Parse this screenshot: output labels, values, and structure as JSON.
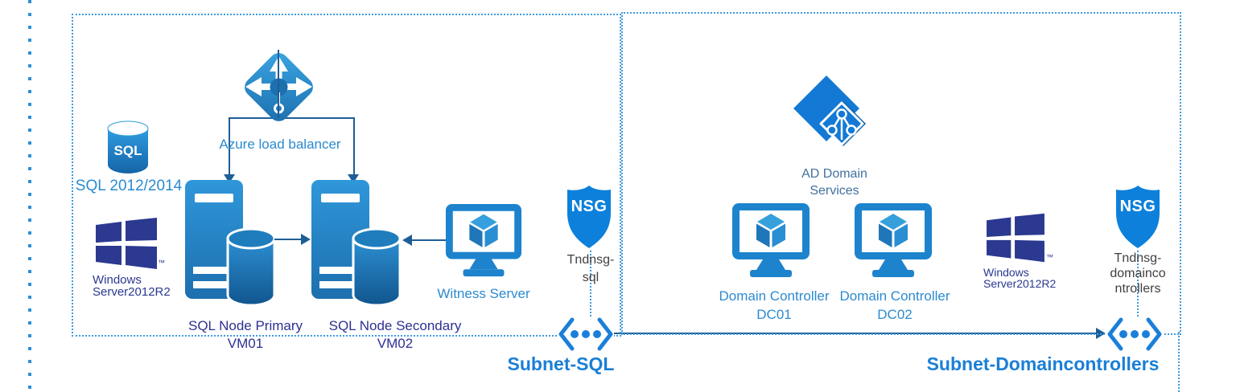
{
  "sql_icon_text": "SQL",
  "subnet_sql": {
    "label": "Subnet-SQL",
    "sql_version": "SQL 2012/2014",
    "lb_label": "Azure load balancer",
    "win_line1": "Windows",
    "win_line2": "Server2012R2",
    "win_tm": "™",
    "primary_line1": "SQL Node Primary",
    "primary_line2": "VM01",
    "secondary_line1": "SQL Node Secondary",
    "secondary_line2": "VM02",
    "witness_label": "Witness Server",
    "nsg_badge": "NSG",
    "nsg_line1": "Tndnsg-",
    "nsg_line2": "sql"
  },
  "subnet_dc": {
    "label": "Subnet-Domaincontrollers",
    "adds_line1": "AD Domain",
    "adds_line2": "Services",
    "dc1_line1": "Domain Controller",
    "dc1_line2": "DC01",
    "dc2_line1": "Domain Controller",
    "dc2_line2": "DC02",
    "win_line1": "Windows",
    "win_line2": "Server2012R2",
    "win_tm": "™",
    "nsg_badge": "NSG",
    "nsg_line1": "Tndnsg-",
    "nsg_line2": "domainco",
    "nsg_line3": "ntrollers"
  },
  "colors": {
    "accent_blue": "#1a7fd6",
    "label_blue": "#2b8ad0",
    "navy": "#2b3990",
    "node_text_navy": "#2e3192",
    "connector_steel": "#1e5e96",
    "nsg_label_gray": "#404040",
    "border_dotted_blue": "#3E9BDE"
  }
}
